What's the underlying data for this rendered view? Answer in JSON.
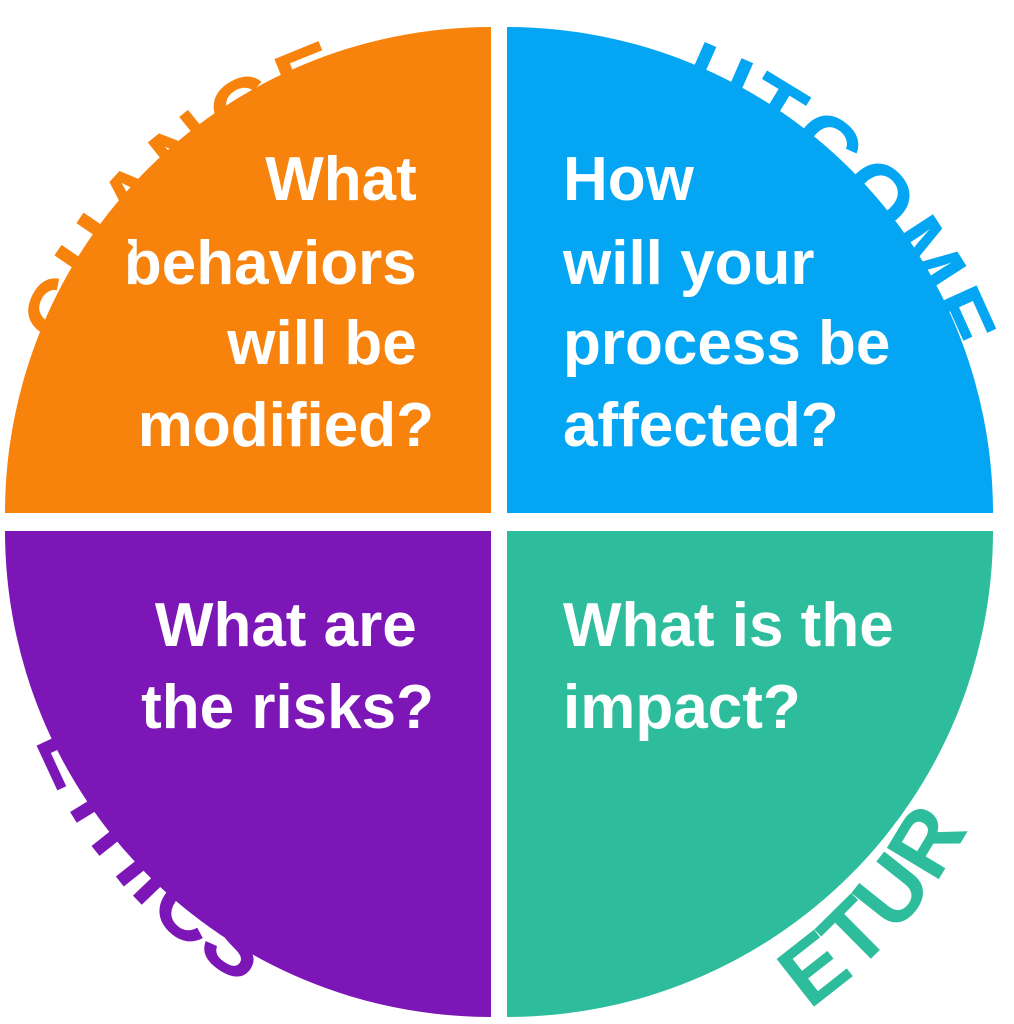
{
  "quadrants": [
    {
      "id": "change",
      "label": "CHANGE",
      "color": "#F7820C",
      "question_lines": [
        "What",
        "behaviors",
        "will be",
        "modified?"
      ]
    },
    {
      "id": "outcomes",
      "label": "OUTCOMES",
      "color": "#04A6F3",
      "question_lines": [
        "How",
        "will your",
        "process be",
        "affected?"
      ]
    },
    {
      "id": "ethics",
      "label": "ETHICS",
      "color": "#7C16B6",
      "question_lines": [
        "What are",
        "the risks?"
      ]
    },
    {
      "id": "return",
      "label": "RETURN",
      "color": "#2EBD9C",
      "question_lines": [
        "What is the",
        "impact?"
      ]
    }
  ]
}
